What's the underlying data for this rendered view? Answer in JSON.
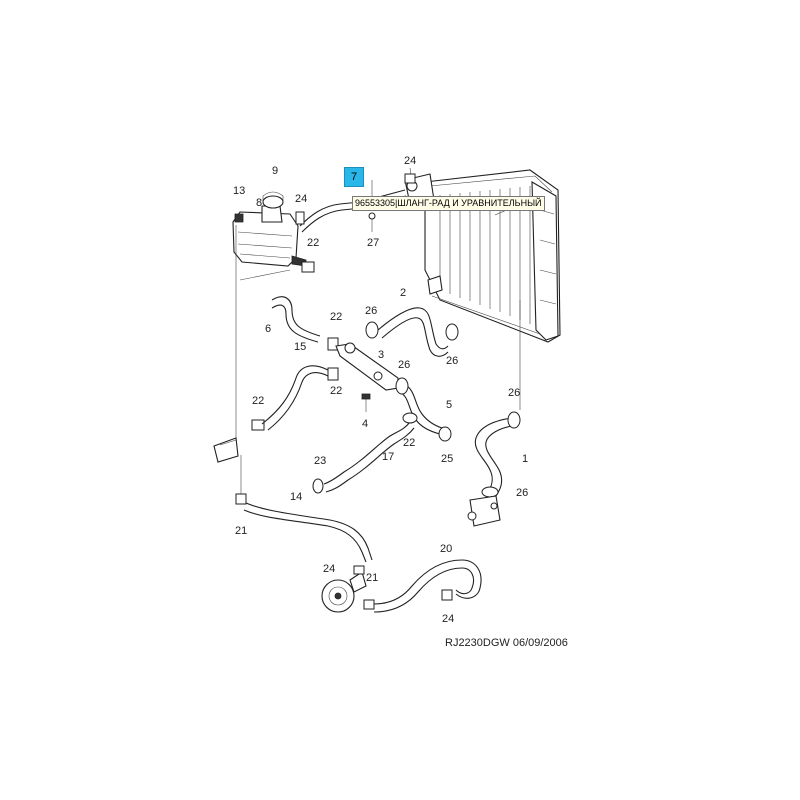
{
  "diagram": {
    "highlighted_part": {
      "number": "7",
      "tooltip": "96553305|ШЛАНГ-РАД И УРАВНИТЕЛЬНЫЙ"
    },
    "part_labels": {
      "p1": "1",
      "p2": "2",
      "p3": "3",
      "p4": "4",
      "p5": "5",
      "p6": "6",
      "p8": "8",
      "p9": "9",
      "p13": "13",
      "p14": "14",
      "p15": "15",
      "p17": "17",
      "p20": "20",
      "p21a": "21",
      "p21b": "21",
      "p22a": "22",
      "p22b": "22",
      "p22c": "22",
      "p22d": "22",
      "p23": "23",
      "p24a": "24",
      "p24b": "24",
      "p24c": "24",
      "p24d": "24",
      "p25": "25",
      "p26a": "26",
      "p26b": "26",
      "p26c": "26",
      "p26d": "26",
      "p26e": "26",
      "p27": "27"
    },
    "reference_code": "RJ2230DGW  06/09/2006"
  }
}
